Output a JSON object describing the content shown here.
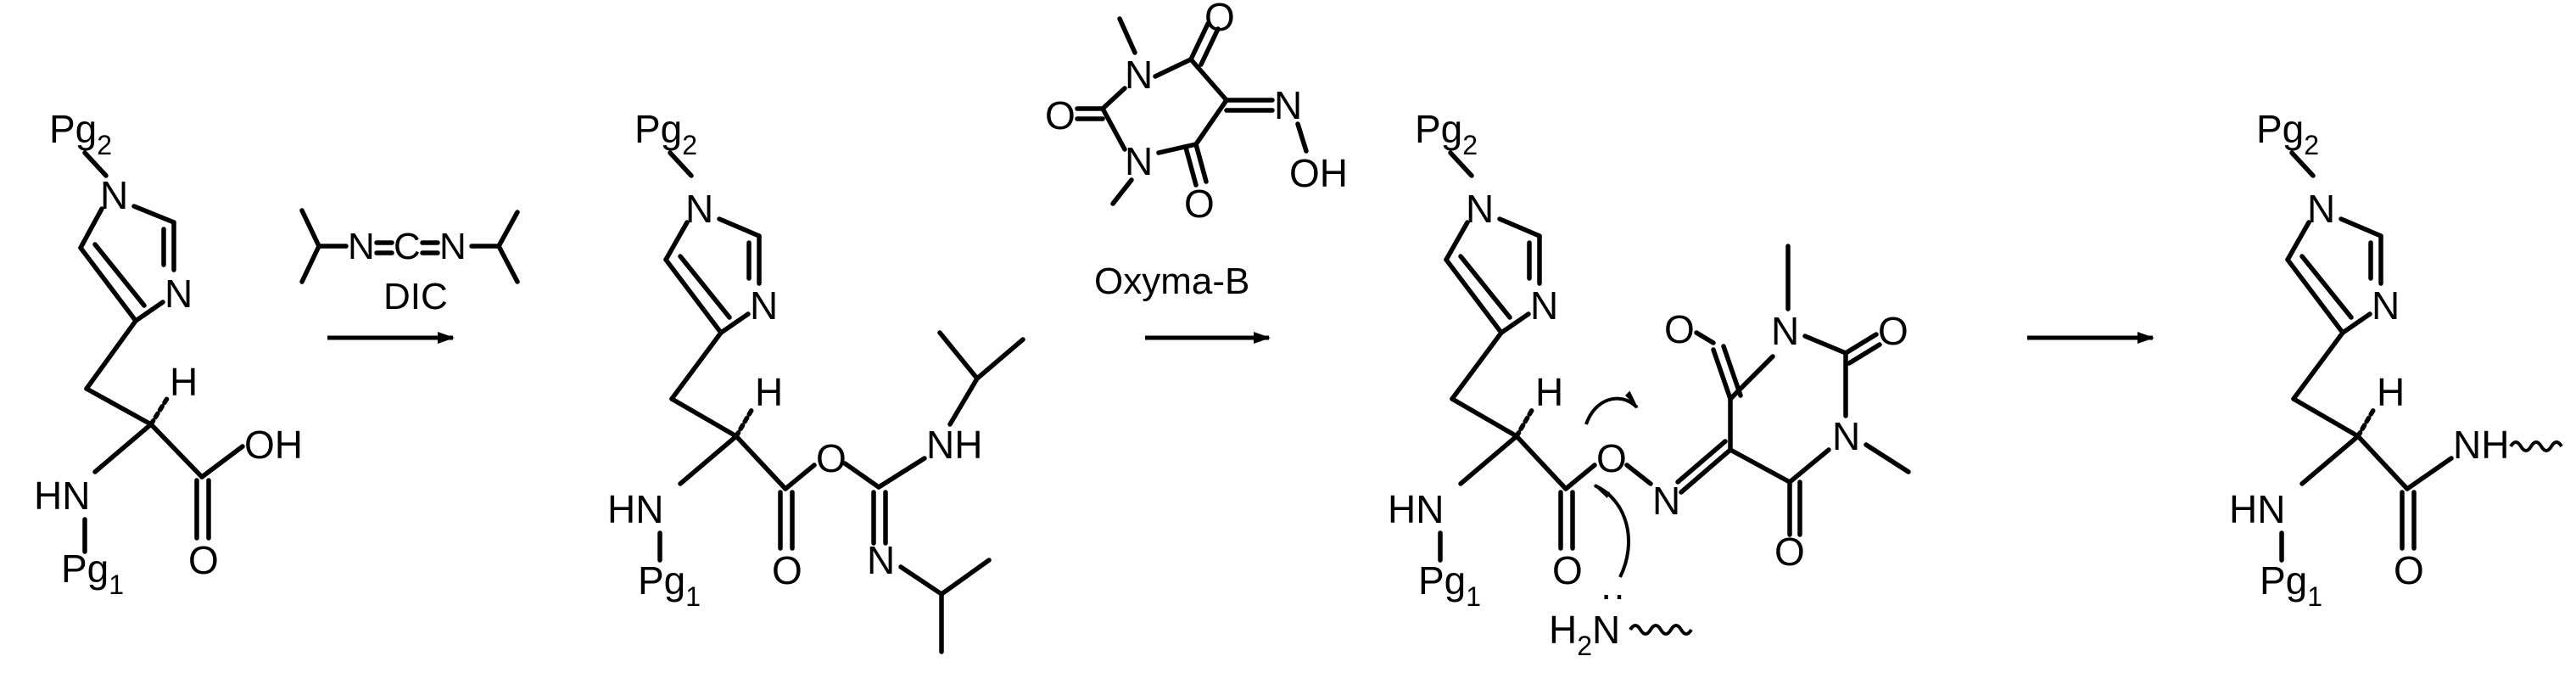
{
  "labels": {
    "pg": "Pg",
    "sub1": "1",
    "sub2": "2",
    "n": "N",
    "h": "H",
    "o": "O",
    "c": "C",
    "oh": "OH",
    "hn": "HN",
    "nh": "NH",
    "h2": "H",
    "sub_h2": "2",
    "oxime_n": "N",
    "dots": "··"
  },
  "reagents": {
    "dic": "DIC",
    "oxyma": "Oxyma-B"
  },
  "colors": {
    "ink": "#000000",
    "background": "#ffffff"
  }
}
